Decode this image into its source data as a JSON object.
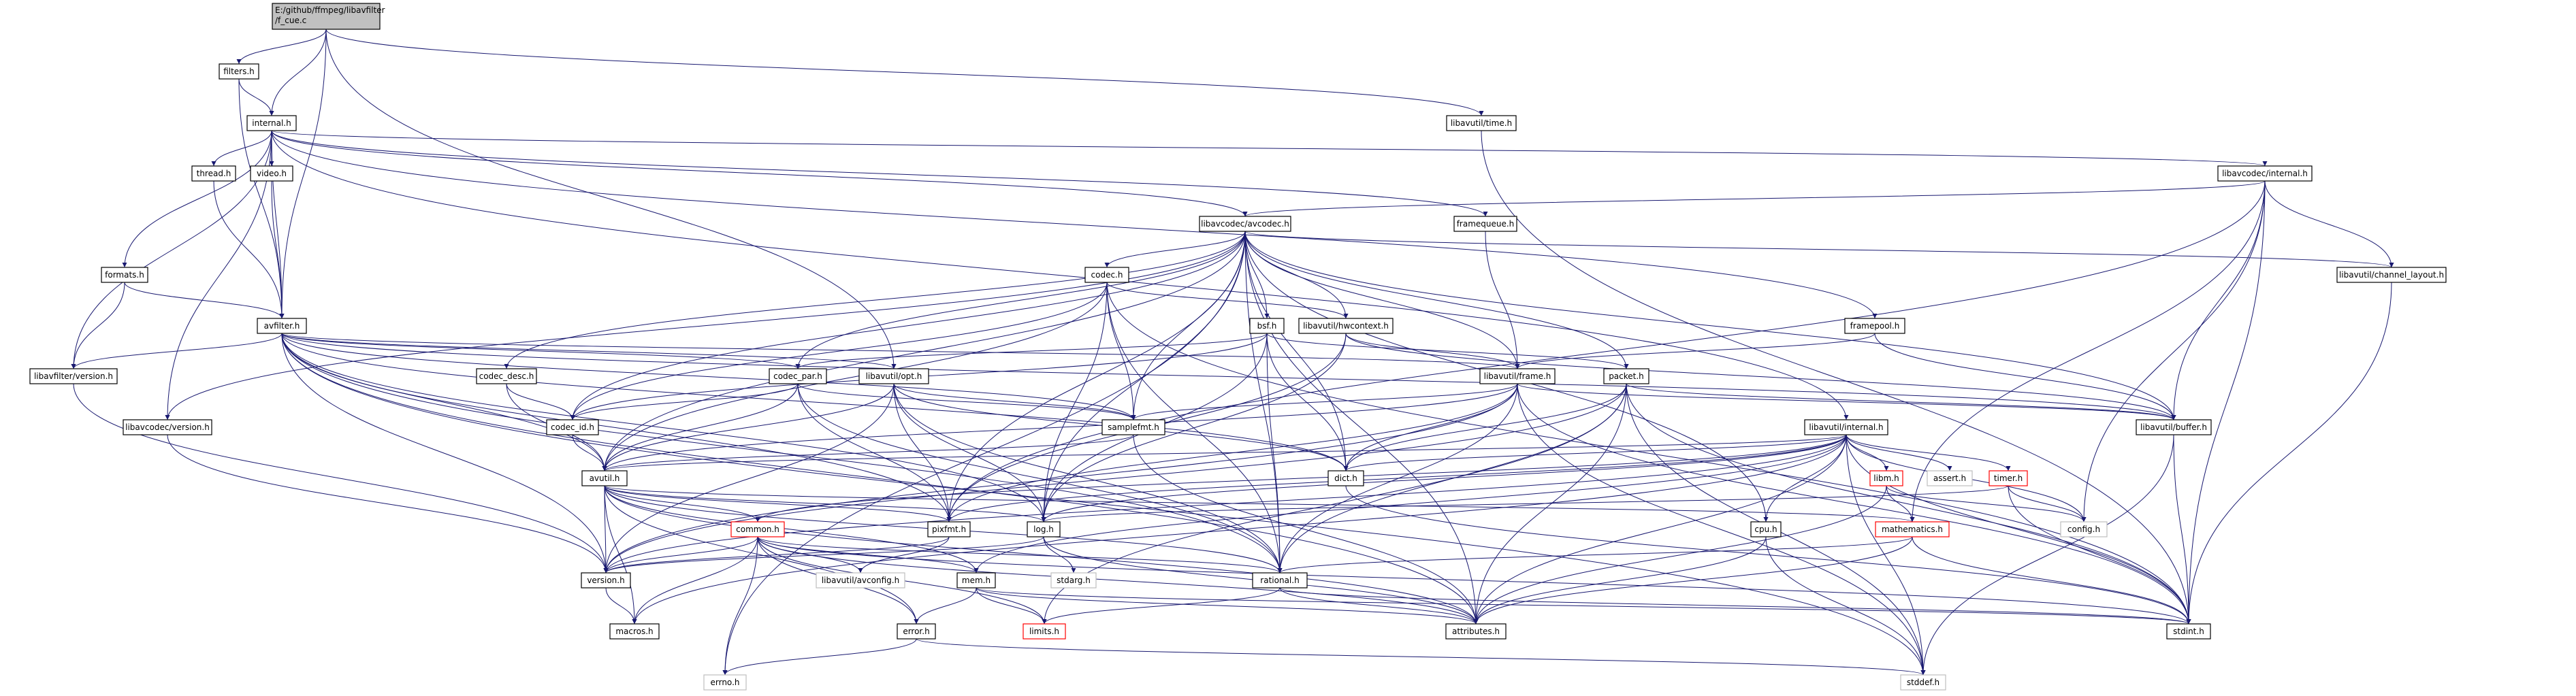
{
  "diagram": {
    "colors": {
      "root_fill": "#c0c0c0",
      "node_fill": "#ffffff",
      "node_border": "#000000",
      "external_border": "#bfbfbf",
      "undocumented_border": "#ff0000",
      "edge": "#191970",
      "text": "#000000"
    },
    "nodes": {
      "root": {
        "lines": [
          "E:/github/ffmpeg/libavfilter",
          "/f_cue.c"
        ]
      },
      "filters_h": {
        "label": "filters.h"
      },
      "internal_h": {
        "label": "internal.h"
      },
      "libavutil_time_h": {
        "label": "libavutil/time.h"
      },
      "thread_h": {
        "label": "thread.h"
      },
      "video_h": {
        "label": "video.h"
      },
      "libavcodec_internal_h": {
        "label": "libavcodec/internal.h"
      },
      "libavcodec_avcodec_h": {
        "label": "libavcodec/avcodec.h"
      },
      "framequeue_h": {
        "label": "framequeue.h"
      },
      "formats_h": {
        "label": "formats.h"
      },
      "codec_h": {
        "label": "codec.h"
      },
      "libavutil_channel_layout_h": {
        "label": "libavutil/channel_layout.h"
      },
      "avfilter_h": {
        "label": "avfilter.h"
      },
      "bsf_h": {
        "label": "bsf.h"
      },
      "libavutil_hwcontext_h": {
        "label": "libavutil/hwcontext.h"
      },
      "framepool_h": {
        "label": "framepool.h"
      },
      "libavfilter_version_h": {
        "label": "libavfilter/version.h"
      },
      "codec_desc_h": {
        "label": "codec_desc.h"
      },
      "codec_par_h": {
        "label": "codec_par.h"
      },
      "libavutil_opt_h": {
        "label": "libavutil/opt.h"
      },
      "libavutil_frame_h": {
        "label": "libavutil/frame.h"
      },
      "packet_h": {
        "label": "packet.h"
      },
      "libavcodec_version_h": {
        "label": "libavcodec/version.h"
      },
      "codec_id_h": {
        "label": "codec_id.h"
      },
      "samplefmt_h": {
        "label": "samplefmt.h"
      },
      "libavutil_buffer_h": {
        "label": "libavutil/buffer.h"
      },
      "libavutil_internal_h": {
        "label": "libavutil/internal.h"
      },
      "avutil_h": {
        "label": "avutil.h"
      },
      "dict_h": {
        "label": "dict.h"
      },
      "libm_h": {
        "label": "libm.h"
      },
      "assert_h": {
        "label": "assert.h"
      },
      "timer_h": {
        "label": "timer.h"
      },
      "common_h": {
        "label": "common.h"
      },
      "pixfmt_h": {
        "label": "pixfmt.h"
      },
      "log_h": {
        "label": "log.h"
      },
      "cpu_h": {
        "label": "cpu.h"
      },
      "mathematics_h": {
        "label": "mathematics.h"
      },
      "config_h": {
        "label": "config.h"
      },
      "version_h": {
        "label": "version.h"
      },
      "libavutil_avconfig_h": {
        "label": "libavutil/avconfig.h"
      },
      "stdarg_h": {
        "label": "stdarg.h"
      },
      "mem_h": {
        "label": "mem.h"
      },
      "rational_h": {
        "label": "rational.h"
      },
      "stdint_h": {
        "label": "stdint.h"
      },
      "macros_h": {
        "label": "macros.h"
      },
      "error_h": {
        "label": "error.h"
      },
      "limits_h": {
        "label": "limits.h"
      },
      "attributes_h": {
        "label": "attributes.h"
      },
      "errno_h": {
        "label": "errno.h"
      },
      "stddef_h": {
        "label": "stddef.h"
      }
    },
    "edges": [
      [
        "root",
        "filters_h"
      ],
      [
        "root",
        "internal_h"
      ],
      [
        "root",
        "avfilter_h"
      ],
      [
        "root",
        "libavutil_time_h"
      ],
      [
        "root",
        "libavutil_opt_h"
      ],
      [
        "filters_h",
        "internal_h"
      ],
      [
        "filters_h",
        "avfilter_h"
      ],
      [
        "internal_h",
        "thread_h"
      ],
      [
        "internal_h",
        "video_h"
      ],
      [
        "internal_h",
        "formats_h"
      ],
      [
        "internal_h",
        "avfilter_h"
      ],
      [
        "internal_h",
        "libavfilter_version_h"
      ],
      [
        "internal_h",
        "libavcodec_avcodec_h"
      ],
      [
        "internal_h",
        "libavcodec_internal_h"
      ],
      [
        "internal_h",
        "framequeue_h"
      ],
      [
        "internal_h",
        "framepool_h"
      ],
      [
        "internal_h",
        "libavutil_internal_h"
      ],
      [
        "internal_h",
        "libavcodec_version_h"
      ],
      [
        "thread_h",
        "avfilter_h"
      ],
      [
        "video_h",
        "avfilter_h"
      ],
      [
        "formats_h",
        "avfilter_h"
      ],
      [
        "formats_h",
        "libavfilter_version_h"
      ],
      [
        "libavutil_time_h",
        "stdint_h"
      ],
      [
        "libavcodec_internal_h",
        "libavcodec_avcodec_h"
      ],
      [
        "libavcodec_internal_h",
        "libavutil_channel_layout_h"
      ],
      [
        "libavcodec_internal_h",
        "libavutil_buffer_h"
      ],
      [
        "libavcodec_internal_h",
        "config_h"
      ],
      [
        "libavcodec_internal_h",
        "stdint_h"
      ],
      [
        "libavcodec_internal_h",
        "mathematics_h"
      ],
      [
        "libavcodec_internal_h",
        "pixfmt_h"
      ],
      [
        "libavutil_channel_layout_h",
        "stdint_h"
      ],
      [
        "framequeue_h",
        "libavutil_frame_h"
      ],
      [
        "framepool_h",
        "libavutil_frame_h"
      ],
      [
        "framepool_h",
        "libavutil_buffer_h"
      ],
      [
        "libavcodec_avcodec_h",
        "codec_h"
      ],
      [
        "libavcodec_avcodec_h",
        "bsf_h"
      ],
      [
        "libavcodec_avcodec_h",
        "libavutil_hwcontext_h"
      ],
      [
        "libavcodec_avcodec_h",
        "codec_desc_h"
      ],
      [
        "libavcodec_avcodec_h",
        "codec_par_h"
      ],
      [
        "libavcodec_avcodec_h",
        "libavutil_frame_h"
      ],
      [
        "libavcodec_avcodec_h",
        "packet_h"
      ],
      [
        "libavcodec_avcodec_h",
        "libavcodec_version_h"
      ],
      [
        "libavcodec_avcodec_h",
        "codec_id_h"
      ],
      [
        "libavcodec_avcodec_h",
        "samplefmt_h"
      ],
      [
        "libavcodec_avcodec_h",
        "libavutil_buffer_h"
      ],
      [
        "libavcodec_avcodec_h",
        "avutil_h"
      ],
      [
        "libavcodec_avcodec_h",
        "dict_h"
      ],
      [
        "libavcodec_avcodec_h",
        "log_h"
      ],
      [
        "libavcodec_avcodec_h",
        "pixfmt_h"
      ],
      [
        "libavcodec_avcodec_h",
        "rational_h"
      ],
      [
        "libavcodec_avcodec_h",
        "attributes_h"
      ],
      [
        "libavcodec_avcodec_h",
        "cpu_h"
      ],
      [
        "libavcodec_avcodec_h",
        "errno_h"
      ],
      [
        "libavcodec_avcodec_h",
        "libavutil_channel_layout_h"
      ],
      [
        "avfilter_h",
        "libavfilter_version_h"
      ],
      [
        "avfilter_h",
        "codec_par_h"
      ],
      [
        "avfilter_h",
        "libavutil_opt_h"
      ],
      [
        "avfilter_h",
        "libavutil_frame_h"
      ],
      [
        "avfilter_h",
        "avutil_h"
      ],
      [
        "avfilter_h",
        "dict_h"
      ],
      [
        "avfilter_h",
        "samplefmt_h"
      ],
      [
        "avfilter_h",
        "pixfmt_h"
      ],
      [
        "avfilter_h",
        "log_h"
      ],
      [
        "avfilter_h",
        "rational_h"
      ],
      [
        "avfilter_h",
        "attributes_h"
      ],
      [
        "avfilter_h",
        "stddef_h"
      ],
      [
        "avfilter_h",
        "libavutil_buffer_h"
      ],
      [
        "avfilter_h",
        "version_h"
      ],
      [
        "codec_h",
        "codec_id_h"
      ],
      [
        "codec_h",
        "samplefmt_h"
      ],
      [
        "codec_h",
        "avutil_h"
      ],
      [
        "codec_h",
        "log_h"
      ],
      [
        "codec_h",
        "rational_h"
      ],
      [
        "codec_h",
        "libavutil_hwcontext_h"
      ],
      [
        "codec_h",
        "stdint_h"
      ],
      [
        "bsf_h",
        "codec_id_h"
      ],
      [
        "bsf_h",
        "codec_par_h"
      ],
      [
        "bsf_h",
        "packet_h"
      ],
      [
        "bsf_h",
        "dict_h"
      ],
      [
        "bsf_h",
        "log_h"
      ],
      [
        "bsf_h",
        "rational_h"
      ],
      [
        "libavutil_hwcontext_h",
        "libavutil_frame_h"
      ],
      [
        "libavutil_hwcontext_h",
        "libavutil_buffer_h"
      ],
      [
        "libavutil_hwcontext_h",
        "pixfmt_h"
      ],
      [
        "libavutil_hwcontext_h",
        "log_h"
      ],
      [
        "libavfilter_version_h",
        "version_h"
      ],
      [
        "libavcodec_version_h",
        "version_h"
      ],
      [
        "codec_desc_h",
        "codec_id_h"
      ],
      [
        "codec_desc_h",
        "avutil_h"
      ],
      [
        "codec_par_h",
        "codec_id_h"
      ],
      [
        "codec_par_h",
        "avutil_h"
      ],
      [
        "codec_par_h",
        "pixfmt_h"
      ],
      [
        "codec_par_h",
        "rational_h"
      ],
      [
        "codec_par_h",
        "samplefmt_h"
      ],
      [
        "libavutil_opt_h",
        "avutil_h"
      ],
      [
        "libavutil_opt_h",
        "dict_h"
      ],
      [
        "libavutil_opt_h",
        "log_h"
      ],
      [
        "libavutil_opt_h",
        "pixfmt_h"
      ],
      [
        "libavutil_opt_h",
        "rational_h"
      ],
      [
        "libavutil_opt_h",
        "samplefmt_h"
      ],
      [
        "libavutil_opt_h",
        "version_h"
      ],
      [
        "libavutil_frame_h",
        "avutil_h"
      ],
      [
        "libavutil_frame_h",
        "libavutil_buffer_h"
      ],
      [
        "libavutil_frame_h",
        "dict_h"
      ],
      [
        "libavutil_frame_h",
        "rational_h"
      ],
      [
        "libavutil_frame_h",
        "samplefmt_h"
      ],
      [
        "libavutil_frame_h",
        "pixfmt_h"
      ],
      [
        "libavutil_frame_h",
        "version_h"
      ],
      [
        "libavutil_frame_h",
        "stdint_h"
      ],
      [
        "libavutil_frame_h",
        "stddef_h"
      ],
      [
        "packet_h",
        "attributes_h"
      ],
      [
        "packet_h",
        "libavutil_buffer_h"
      ],
      [
        "packet_h",
        "dict_h"
      ],
      [
        "packet_h",
        "rational_h"
      ],
      [
        "packet_h",
        "stdint_h"
      ],
      [
        "packet_h",
        "stddef_h"
      ],
      [
        "packet_h",
        "limits_h"
      ],
      [
        "packet_h",
        "version_h"
      ],
      [
        "codec_id_h",
        "avutil_h"
      ],
      [
        "samplefmt_h",
        "avutil_h"
      ],
      [
        "samplefmt_h",
        "attributes_h"
      ],
      [
        "libavutil_buffer_h",
        "stdint_h"
      ],
      [
        "libavutil_buffer_h",
        "stddef_h"
      ],
      [
        "libavutil_internal_h",
        "avutil_h"
      ],
      [
        "libavutil_internal_h",
        "dict_h"
      ],
      [
        "libavutil_internal_h",
        "libm_h"
      ],
      [
        "libavutil_internal_h",
        "assert_h"
      ],
      [
        "libavutil_internal_h",
        "timer_h"
      ],
      [
        "libavutil_internal_h",
        "config_h"
      ],
      [
        "libavutil_internal_h",
        "pixfmt_h"
      ],
      [
        "libavutil_internal_h",
        "log_h"
      ],
      [
        "libavutil_internal_h",
        "cpu_h"
      ],
      [
        "libavutil_internal_h",
        "mem_h"
      ],
      [
        "libavutil_internal_h",
        "version_h"
      ],
      [
        "libavutil_internal_h",
        "attributes_h"
      ],
      [
        "libavutil_internal_h",
        "stdint_h"
      ],
      [
        "libavutil_internal_h",
        "stddef_h"
      ],
      [
        "libavutil_internal_h",
        "macros_h"
      ],
      [
        "libavutil_internal_h",
        "common_h"
      ],
      [
        "dict_h",
        "stdint_h"
      ],
      [
        "libm_h",
        "mathematics_h"
      ],
      [
        "libm_h",
        "config_h"
      ],
      [
        "libm_h",
        "attributes_h"
      ],
      [
        "timer_h",
        "log_h"
      ],
      [
        "timer_h",
        "config_h"
      ],
      [
        "timer_h",
        "stdint_h"
      ],
      [
        "avutil_h",
        "common_h"
      ],
      [
        "avutil_h",
        "pixfmt_h"
      ],
      [
        "avutil_h",
        "log_h"
      ],
      [
        "avutil_h",
        "rational_h"
      ],
      [
        "avutil_h",
        "version_h"
      ],
      [
        "avutil_h",
        "macros_h"
      ],
      [
        "avutil_h",
        "mem_h"
      ],
      [
        "avutil_h",
        "error_h"
      ],
      [
        "avutil_h",
        "mathematics_h"
      ],
      [
        "avutil_h",
        "attributes_h"
      ],
      [
        "common_h",
        "version_h"
      ],
      [
        "common_h",
        "macros_h"
      ],
      [
        "common_h",
        "libavutil_avconfig_h"
      ],
      [
        "common_h",
        "mem_h"
      ],
      [
        "common_h",
        "attributes_h"
      ],
      [
        "common_h",
        "errno_h"
      ],
      [
        "common_h",
        "stdint_h"
      ],
      [
        "common_h",
        "limits_h"
      ],
      [
        "common_h",
        "error_h"
      ],
      [
        "common_h",
        "rational_h"
      ],
      [
        "pixfmt_h",
        "version_h"
      ],
      [
        "pixfmt_h",
        "libavutil_avconfig_h"
      ],
      [
        "log_h",
        "stdarg_h"
      ],
      [
        "log_h",
        "version_h"
      ],
      [
        "log_h",
        "attributes_h"
      ],
      [
        "cpu_h",
        "attributes_h"
      ],
      [
        "cpu_h",
        "stddef_h"
      ],
      [
        "mathematics_h",
        "rational_h"
      ],
      [
        "mathematics_h",
        "attributes_h"
      ],
      [
        "mathematics_h",
        "stdint_h"
      ],
      [
        "mem_h",
        "attributes_h"
      ],
      [
        "mem_h",
        "error_h"
      ],
      [
        "mem_h",
        "limits_h"
      ],
      [
        "mem_h",
        "stdint_h"
      ],
      [
        "rational_h",
        "attributes_h"
      ],
      [
        "rational_h",
        "stdint_h"
      ],
      [
        "rational_h",
        "limits_h"
      ],
      [
        "version_h",
        "macros_h"
      ],
      [
        "error_h",
        "errno_h"
      ],
      [
        "error_h",
        "stddef_h"
      ]
    ]
  }
}
